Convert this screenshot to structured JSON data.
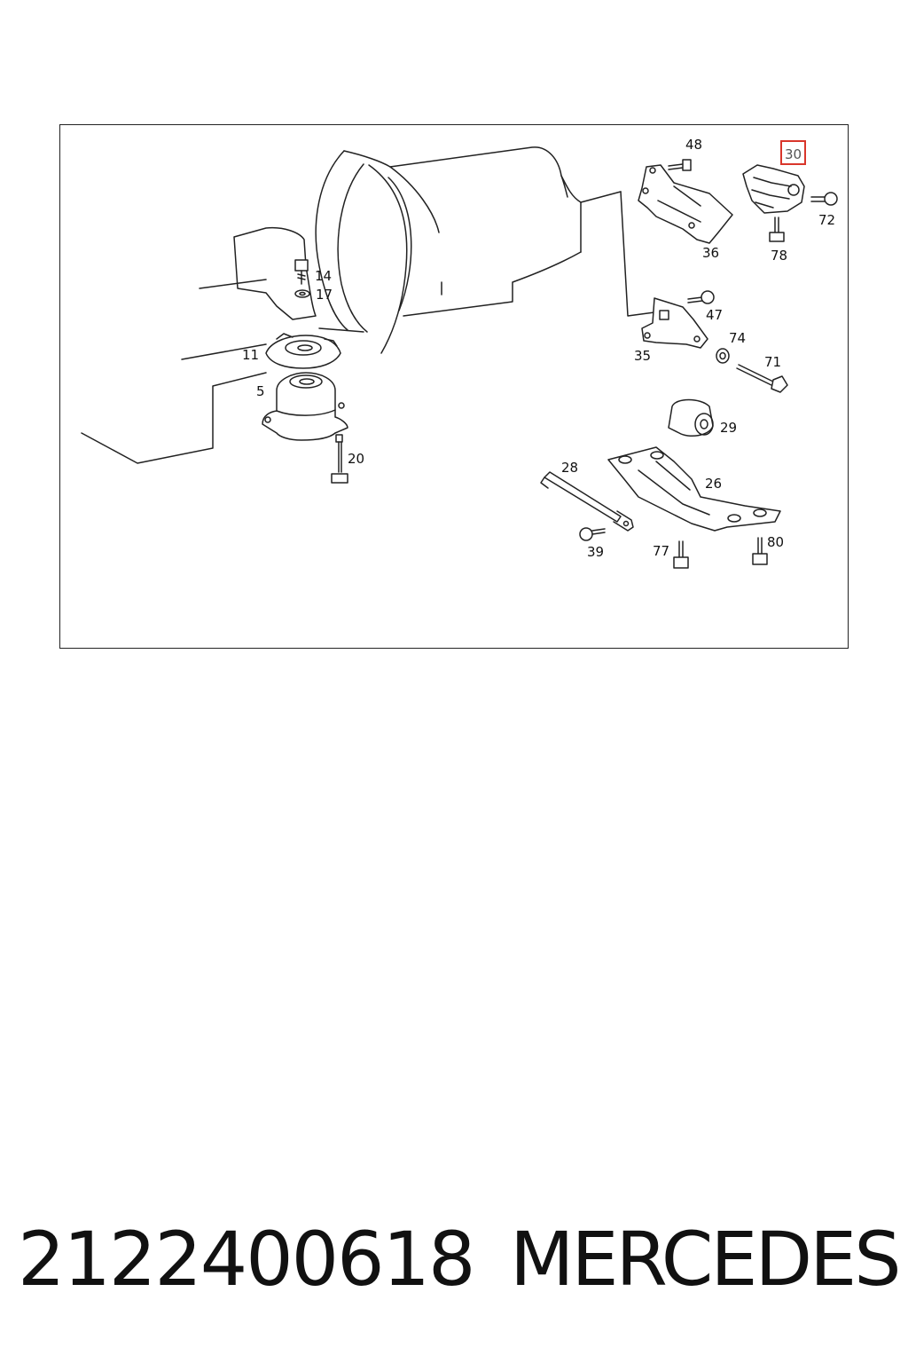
{
  "diagram": {
    "callouts": [
      {
        "id": "14",
        "label": "14"
      },
      {
        "id": "17",
        "label": "17"
      },
      {
        "id": "11",
        "label": "11"
      },
      {
        "id": "5",
        "label": "5"
      },
      {
        "id": "20",
        "label": "20"
      },
      {
        "id": "48",
        "label": "48"
      },
      {
        "id": "36",
        "label": "36"
      },
      {
        "id": "30",
        "label": "30",
        "highlighted": true
      },
      {
        "id": "72",
        "label": "72"
      },
      {
        "id": "78",
        "label": "78"
      },
      {
        "id": "47",
        "label": "47"
      },
      {
        "id": "35",
        "label": "35"
      },
      {
        "id": "74",
        "label": "74"
      },
      {
        "id": "71",
        "label": "71"
      },
      {
        "id": "29",
        "label": "29"
      },
      {
        "id": "28",
        "label": "28"
      },
      {
        "id": "26",
        "label": "26"
      },
      {
        "id": "39",
        "label": "39"
      },
      {
        "id": "77",
        "label": "77"
      },
      {
        "id": "80",
        "label": "80"
      }
    ],
    "highlight_color": "#d9362b"
  },
  "caption": {
    "part_number": "2122400618",
    "brand": "MERCEDES"
  }
}
